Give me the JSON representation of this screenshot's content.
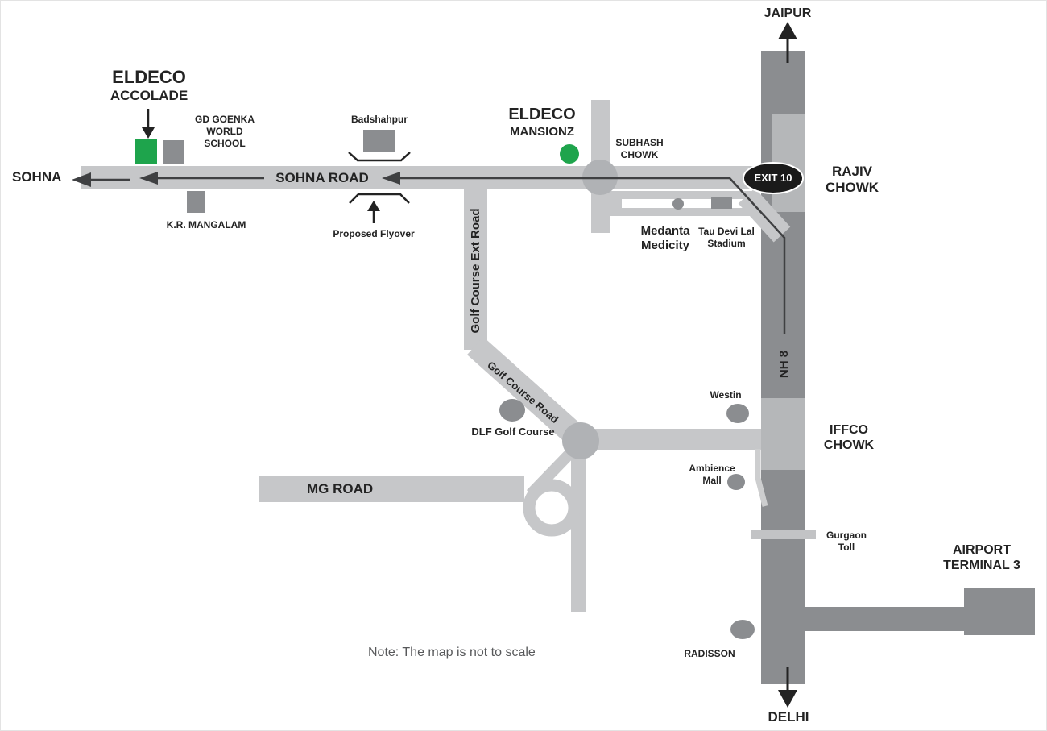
{
  "note": "Note: The map is not to scale",
  "directions": {
    "north": "JAIPUR",
    "south": "DELHI",
    "west": "SOHNA"
  },
  "projects": {
    "accolade": {
      "line1": "ELDECO",
      "line2": "ACCOLADE"
    },
    "mansionz": {
      "line1": "ELDECO",
      "line2": "MANSIONZ"
    }
  },
  "roads": {
    "sohna_road": "SOHNA ROAD",
    "nh8": "NH 8",
    "golf_course_ext": "Golf Course Ext Road",
    "golf_course": "Golf Course Road",
    "mg_road": "MG ROAD",
    "exit10": "EXIT 10"
  },
  "junctions": {
    "subhash": {
      "line1": "SUBHASH",
      "line2": "CHOWK"
    },
    "rajiv": {
      "line1": "RAJIV",
      "line2": "CHOWK"
    },
    "iffco": {
      "line1": "IFFCO",
      "line2": "CHOWK"
    },
    "gurgaon_toll": {
      "line1": "Gurgaon",
      "line2": "Toll"
    }
  },
  "landmarks": {
    "gd_goenka": {
      "line1": "GD GOENKA",
      "line2": "WORLD",
      "line3": "SCHOOL"
    },
    "kr_mangalam": "K.R. MANGALAM",
    "badshahpur": "Badshahpur",
    "proposed_flyover": "Proposed Flyover",
    "medanta": {
      "line1": "Medanta",
      "line2": "Medicity"
    },
    "tau_devi_lal": {
      "line1": "Tau Devi Lal",
      "line2": "Stadium"
    },
    "westin": "Westin",
    "dlf_golf": "DLF Golf Course",
    "ambience": {
      "line1": "Ambience",
      "line2": "Mall"
    },
    "radisson": "RADISSON",
    "airport": {
      "line1": "AIRPORT",
      "line2": "TERMINAL 3"
    }
  },
  "colors": {
    "project_green": "#1ea44c",
    "road_light": "#c6c7c9",
    "road_dark": "#8b8d90",
    "road_mid": "#b5b7b9",
    "roundabout": "#b0b2b5",
    "route_line": "#3f4042",
    "exit_badge": "#1a1a1a",
    "ink": "#232323"
  }
}
